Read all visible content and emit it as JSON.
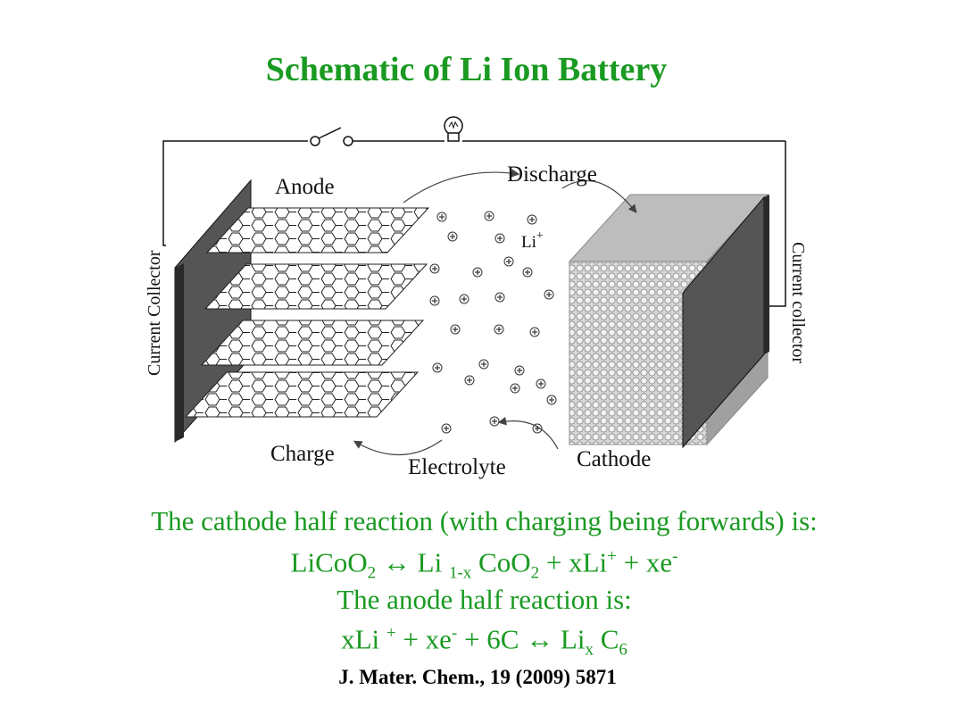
{
  "title": "Schematic of Li Ion Battery",
  "diagram": {
    "anode_label": "Anode",
    "discharge_label": "Discharge",
    "ion_label": "Li",
    "ion_charge": "+",
    "current_collector_left": "Current Collector",
    "current_collector_right": "Current collector",
    "charge_label": "Charge",
    "electrolyte_label": "Electrolyte",
    "cathode_label": "Cathode"
  },
  "text": {
    "cathode_intro": "The cathode half reaction (with charging being forwards) is:",
    "cathode_eq": {
      "a": "LiCoO",
      "a_sub": "2",
      "arrow": " ↔ Li ",
      "b_sub": "1-x",
      "c": " CoO",
      "c_sub": "2",
      "d": " + xLi",
      "d_sup": "+",
      "e": " + xe",
      "e_sup": "-"
    },
    "anode_intro": "The anode half reaction is:",
    "anode_eq": {
      "a": "xLi ",
      "a_sup": "+",
      "b": " + xe",
      "b_sup": "-",
      "c": " + 6C ↔ Li",
      "c_sub": "x",
      "d": " C",
      "d_sub": "6"
    }
  },
  "citation": "J. Mater. Chem., 19 (2009) 5871"
}
